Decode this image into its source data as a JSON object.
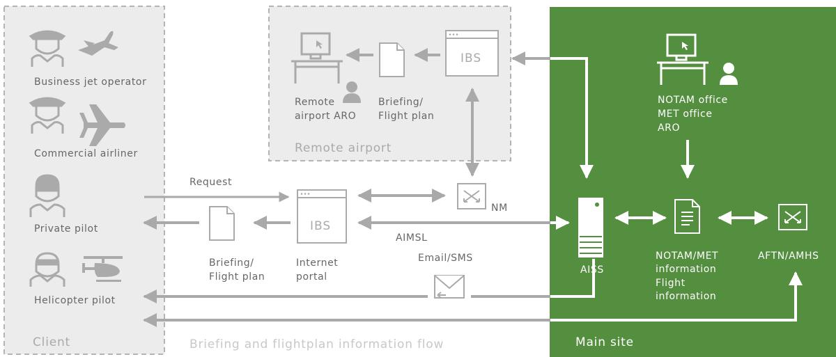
{
  "regions": {
    "client": "Client",
    "remote_airport": "Remote airport",
    "main_site": "Main site",
    "flow_caption": "Briefing and flightplan information flow"
  },
  "client": {
    "business_jet": "Business jet operator",
    "commercial": "Commercial airliner",
    "private": "Private pilot",
    "helicopter": "Helicopter pilot"
  },
  "remote": {
    "ibs": "IBS",
    "briefing_line1": "Briefing/",
    "briefing_line2": "Flight plan",
    "aro_line1": "Remote",
    "aro_line2": "airport ARO"
  },
  "middle": {
    "request": "Request",
    "nm": "NM",
    "aimsl": "AIMSL",
    "ibs": "IBS",
    "portal_line1": "Internet",
    "portal_line2": "portal",
    "briefing_line1": "Briefing/",
    "briefing_line2": "Flight plan",
    "email_sms": "Email/SMS"
  },
  "main": {
    "office_line1": "NOTAM office",
    "office_line2": "MET office",
    "office_line3": "ARO",
    "aiss": "AISS",
    "notam_line1": "NOTAM/MET",
    "notam_line2": "information",
    "notam_line3": "Flight",
    "notam_line4": "information",
    "aftn": "AFTN/AMHS"
  },
  "colors": {
    "main_site_green": "#548f3f",
    "panel_grey": "#ececec",
    "dash_grey": "#b3b3b3",
    "arrow_grey": "#a9a9a9",
    "text_grey": "#666666"
  }
}
